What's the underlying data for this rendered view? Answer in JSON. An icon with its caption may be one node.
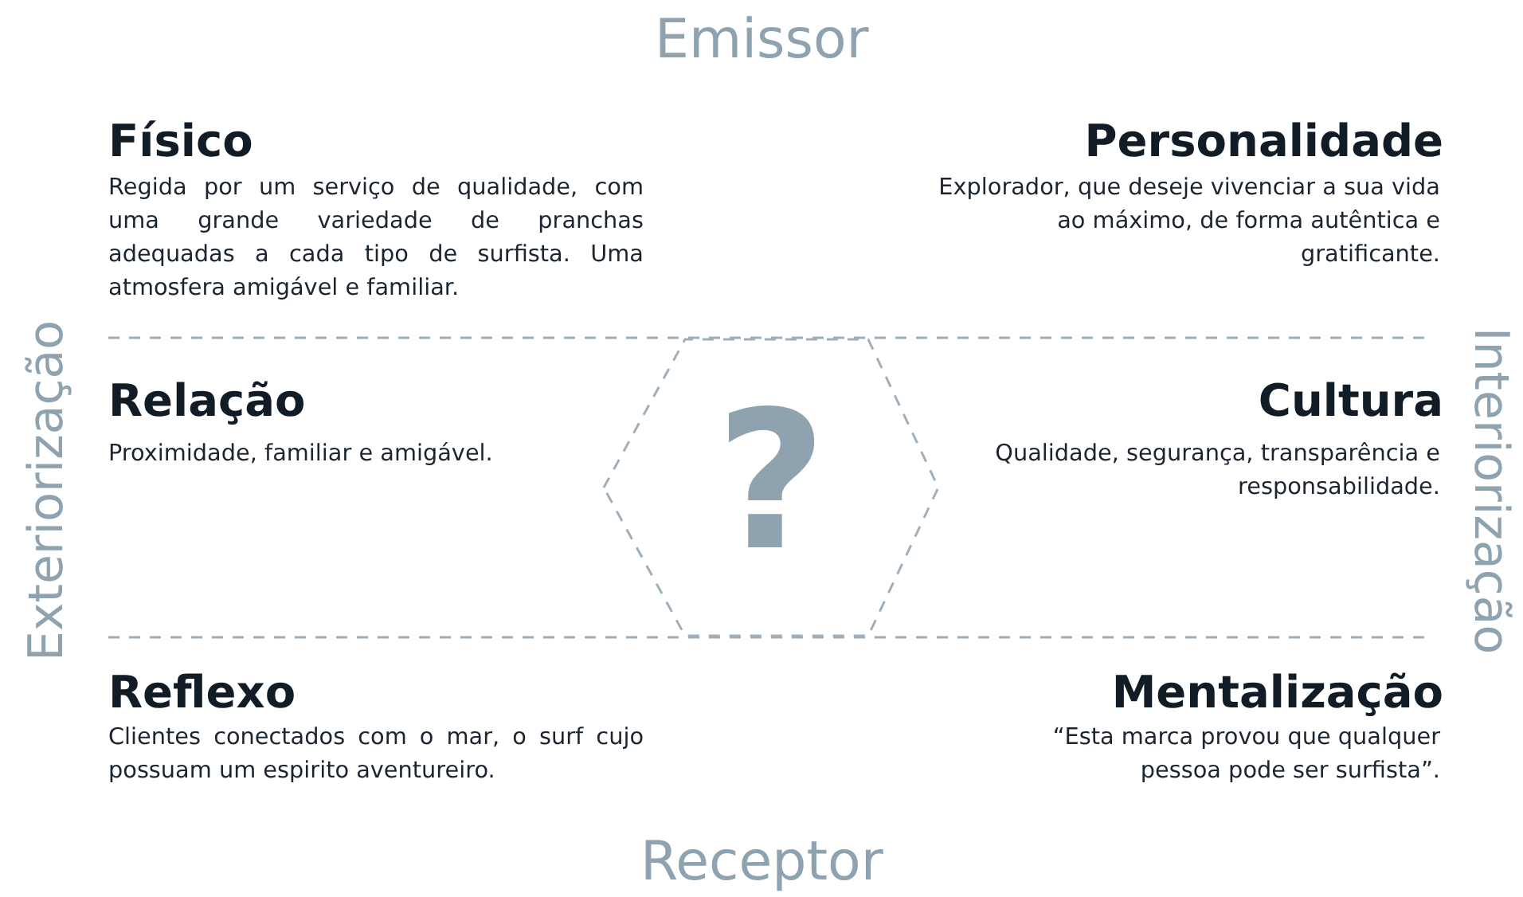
{
  "diagram": {
    "nodes": [
      {
        "text": [
          "?"
        ]
      }
    ],
    "labels": [
      "Emissor",
      "Físico",
      "Regida por um serviço de qualidade, com uma grande variedade de pranchas adequadas a cada tipo de surfista. Uma atmosfera amigável e familiar.",
      "Personalidade",
      "Explorador, que deseje vivenciar a sua vida ao máximo, de forma autêntica e gratificante.",
      "Exteriorização",
      "Relação",
      "Proximidade, familiar e amigável.",
      "Cultura",
      "Qualidade, segurança, transparência e responsabilidade.",
      "Interiorização",
      "Reflexo",
      "Clientes conectados com o mar, o surf cujo possuam um espirito aventureiro.",
      "Mentalização",
      "“Esta marca provou que qualquer pessoa pode ser surfista”.",
      "Receptor"
    ]
  }
}
